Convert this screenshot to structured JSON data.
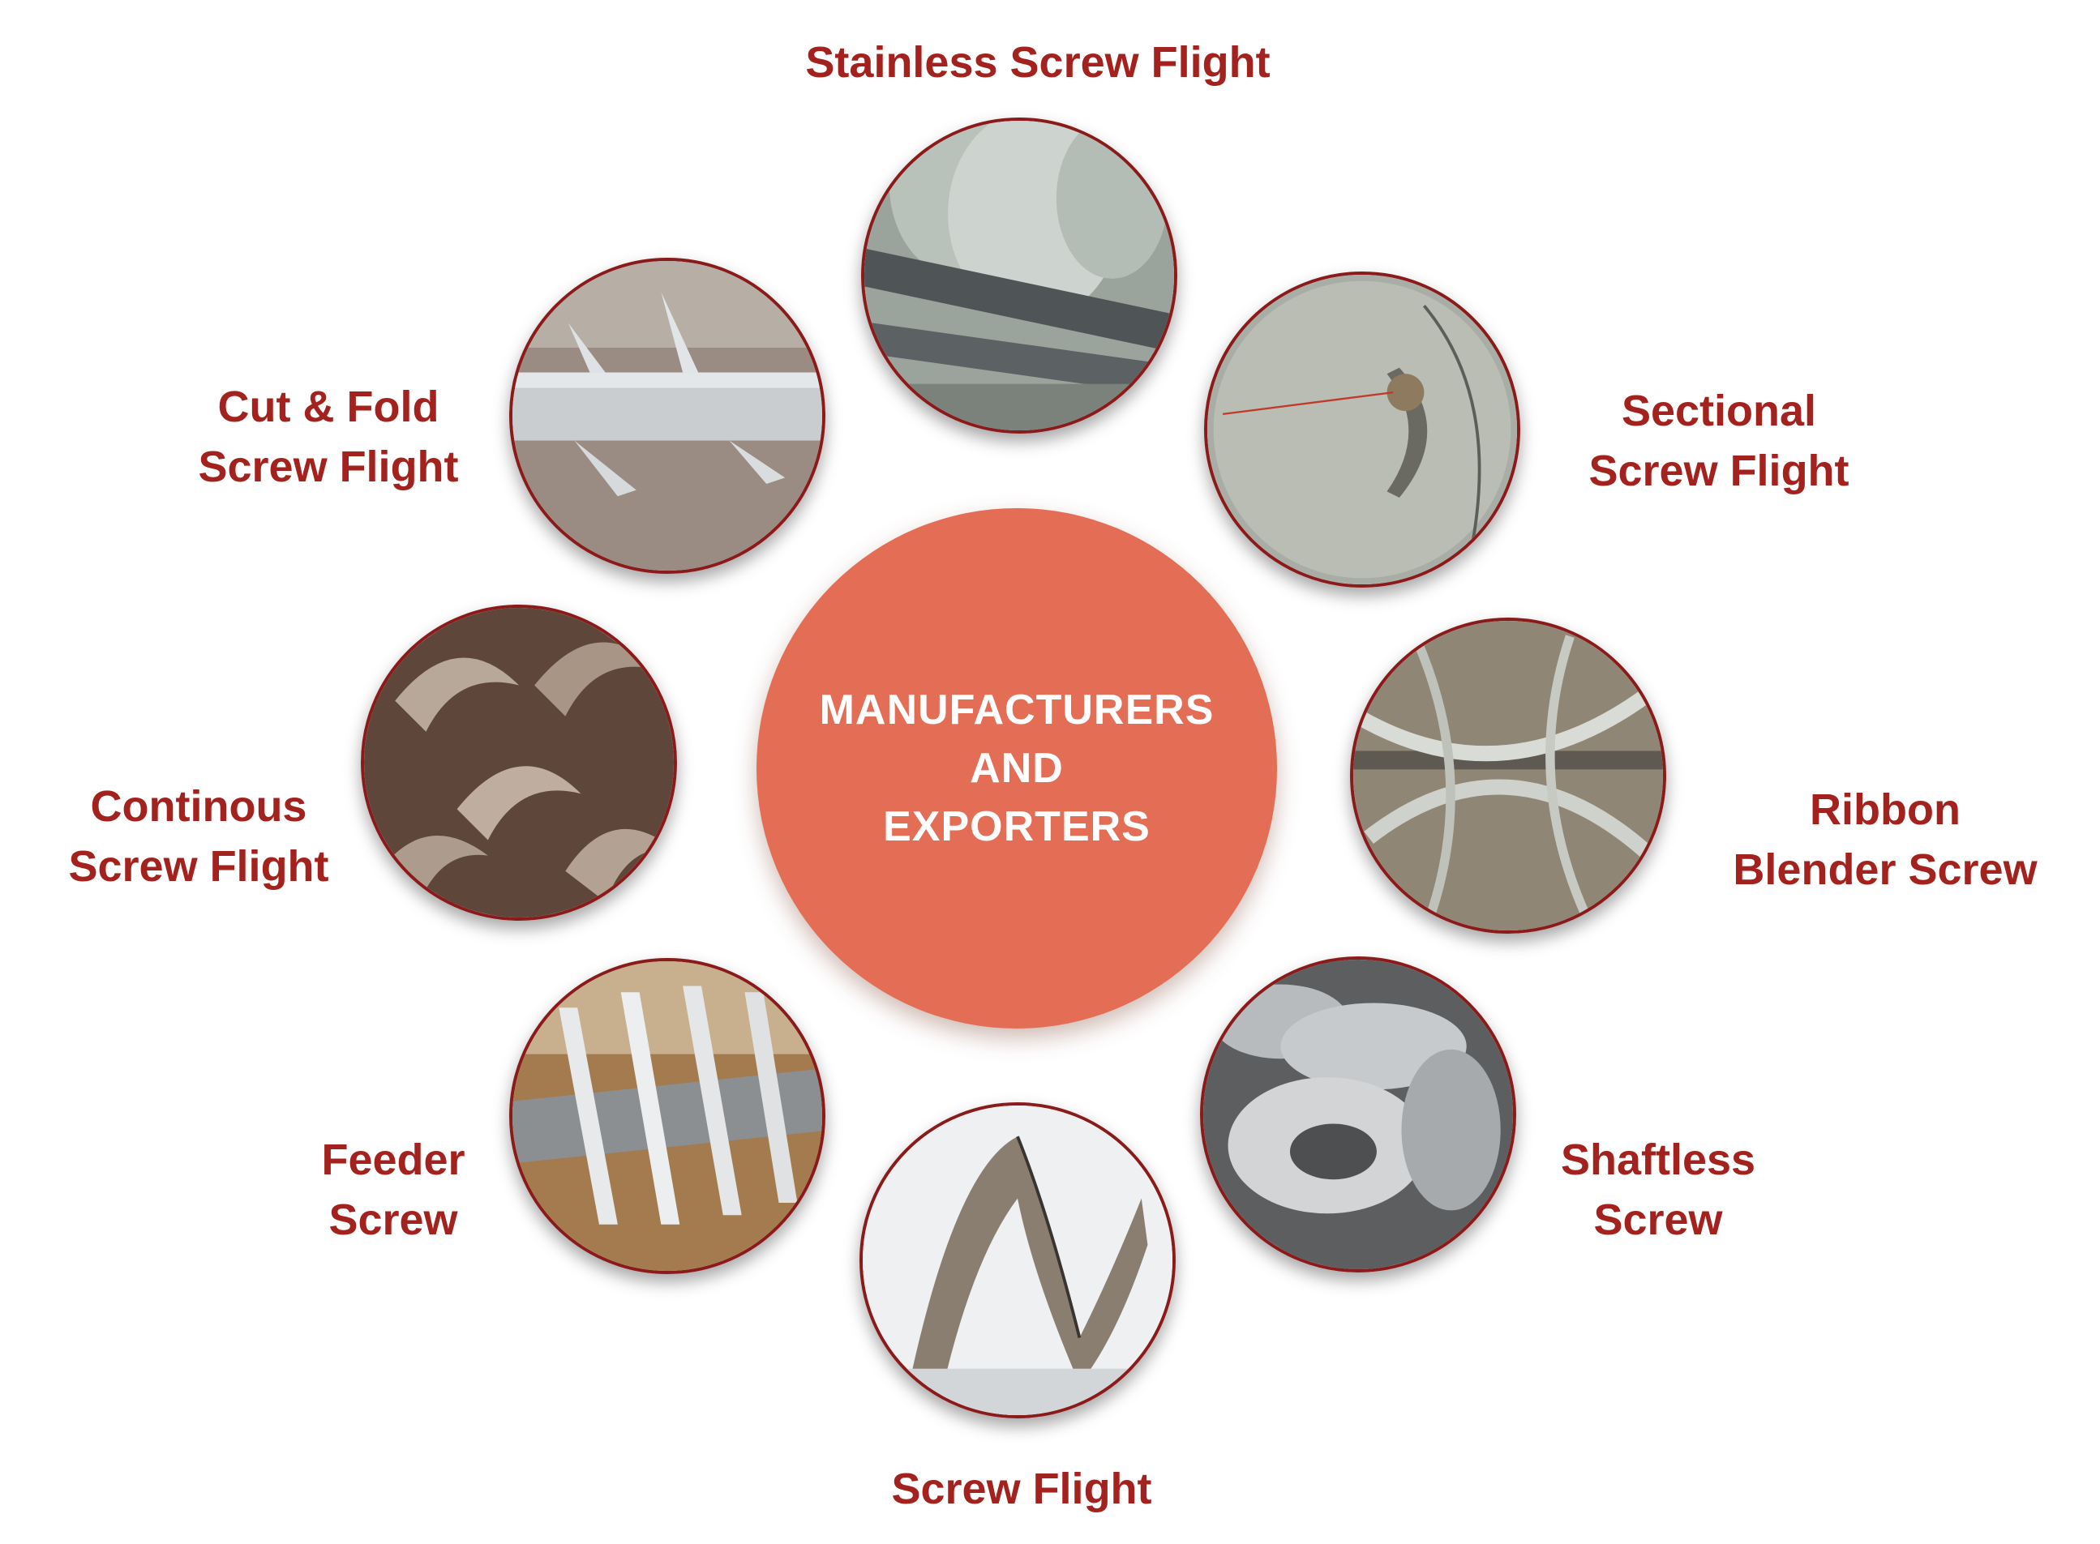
{
  "center": {
    "line1": "MANUFACTURERS",
    "line2": "AND",
    "line3": "EXPORTERS"
  },
  "products": [
    {
      "line1": "Stainless Screw Flight",
      "line2": ""
    },
    {
      "line1": "Sectional",
      "line2": "Screw Flight"
    },
    {
      "line1": "Ribbon",
      "line2": "Blender Screw"
    },
    {
      "line1": "Shaftless",
      "line2": "Screw"
    },
    {
      "line1": "Screw Flight",
      "line2": ""
    },
    {
      "line1": "Feeder",
      "line2": "Screw"
    },
    {
      "line1": "Continous",
      "line2": "Screw Flight"
    },
    {
      "line1": "Cut & Fold",
      "line2": "Screw Flight"
    }
  ],
  "colors": {
    "accent": "#e36d55",
    "label": "#a3221d",
    "ring": "#8b1a1a"
  }
}
